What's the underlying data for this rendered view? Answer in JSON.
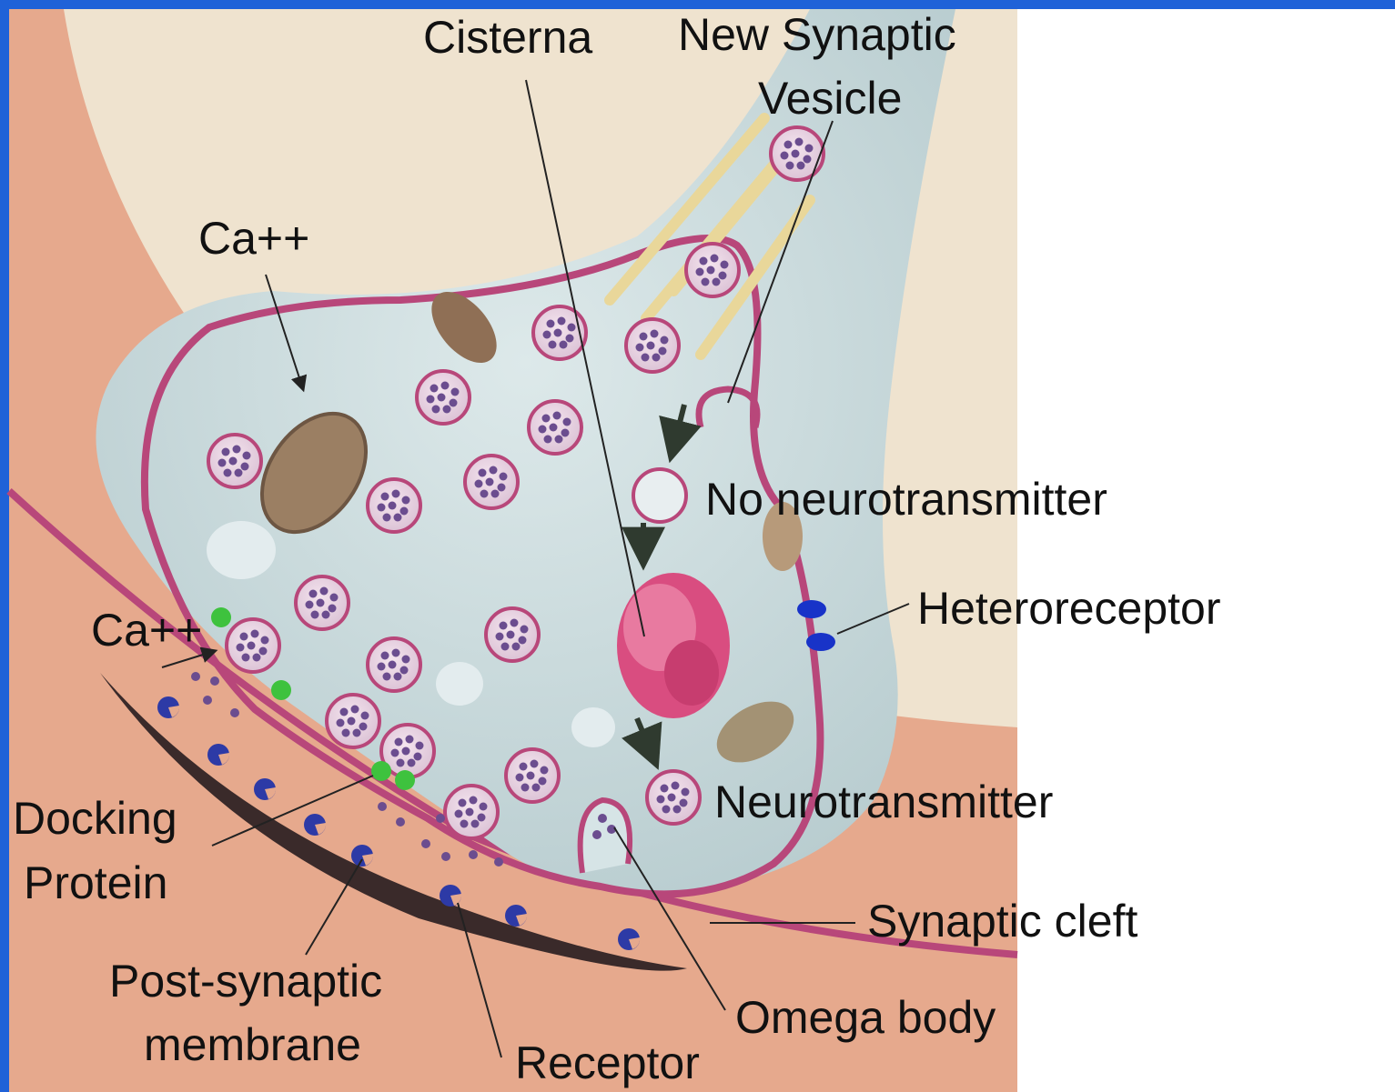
{
  "labels": {
    "cisterna": "Cisterna",
    "new_vesicle_1": "New Synaptic",
    "new_vesicle_2": "Vesicle",
    "ca_top": "Ca++",
    "ca_left": "Ca++",
    "no_neurotransmitter": "No neurotransmitter",
    "heteroreceptor": "Heteroreceptor",
    "neurotransmitter": "Neurotransmitter",
    "docking_1": "Docking",
    "docking_2": "Protein",
    "synaptic_cleft": "Synaptic cleft",
    "postsyn_1": "Post-synaptic",
    "postsyn_2": "membrane",
    "omega_body": "Omega body",
    "receptor": "Receptor"
  },
  "colors": {
    "frame": "#1f62d8",
    "panel": "#ffffff",
    "background_tissue": "#efe3cf",
    "postsynaptic_tissue": "#e6a98d",
    "terminal_outer": "#c2d5d8",
    "terminal_inner": "#d6e4e6",
    "membrane": "#b8477a",
    "vesicle_fill": "#ecd8e6",
    "vesicle_dots": "#6b4d8f",
    "mitochondrion": "#9b7f63",
    "cisterna": "#d94d80",
    "docking_protein": "#3ec23e",
    "receptor": "#2d3aa6",
    "heteroreceptor": "#1833c8",
    "postsynaptic_density": "#3a2a2a",
    "microtubule": "#e9d79a"
  }
}
